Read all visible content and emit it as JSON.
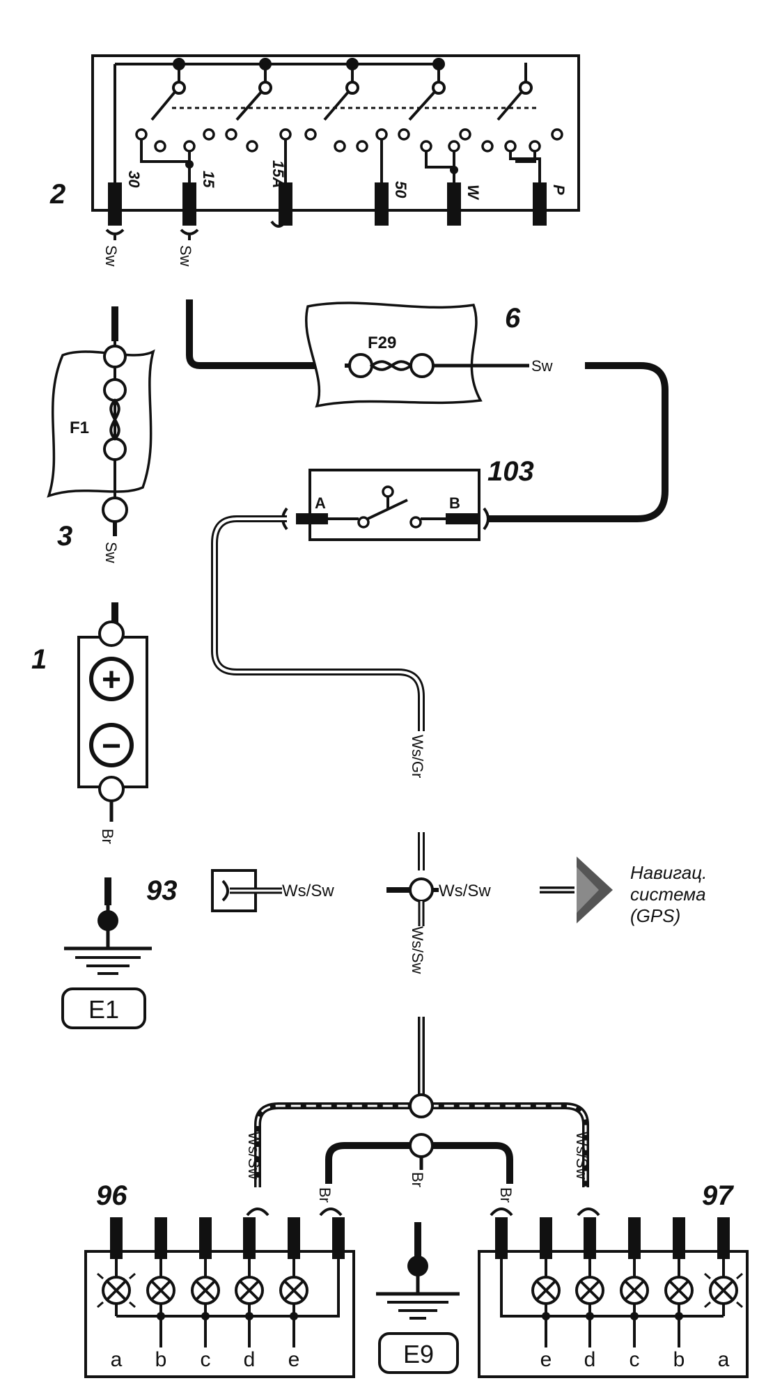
{
  "components": {
    "ignition_switch": {
      "number": "2",
      "terminals": [
        "30",
        "15",
        "15A",
        "50",
        "W",
        "P"
      ]
    },
    "fuse_box_left": {
      "number": "3",
      "fuse": "F1"
    },
    "battery": {
      "number": "1",
      "plus": "+",
      "minus": "−"
    },
    "fuse_box_right": {
      "number": "6",
      "fuse": "F29"
    },
    "switch_103": {
      "number": "103",
      "terminal_a": "A",
      "terminal_b": "B"
    },
    "connector_93": {
      "number": "93"
    },
    "lamp_unit_left": {
      "number": "96",
      "pins": [
        "a",
        "b",
        "c",
        "d",
        "e"
      ]
    },
    "lamp_unit_right": {
      "number": "97",
      "pins": [
        "e",
        "d",
        "c",
        "b",
        "a"
      ]
    }
  },
  "grounds": {
    "left": "E1",
    "bottom": "E9"
  },
  "wires": {
    "sw": "Sw",
    "br": "Br",
    "ws_gr": "Ws/Gr",
    "ws_sw": "Ws/Sw"
  },
  "nav": {
    "line1": "Навигац.",
    "line2": "система",
    "line3": "(GPS)"
  },
  "colors": {
    "wire": "#111111",
    "paper": "#ffffff",
    "nav_arrow": "#555555"
  }
}
